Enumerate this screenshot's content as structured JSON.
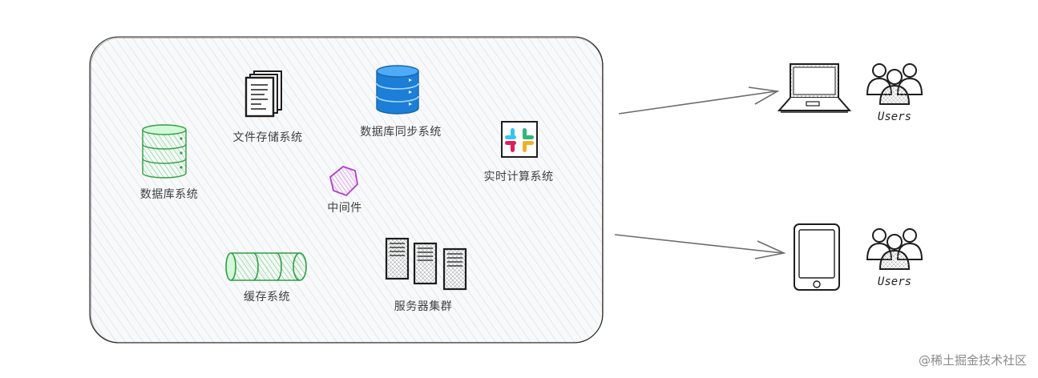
{
  "system": {
    "database": "数据库系统",
    "file_storage": "文件存储系统",
    "db_sync": "数据库同步系统",
    "realtime": "实时计算系统",
    "middleware": "中间件",
    "cache": "缓存系统",
    "server_cluster": "服务器集群"
  },
  "clients": {
    "desktop_users": "Users",
    "mobile_users": "Users"
  },
  "watermark": "@稀土掘金技术社区",
  "colors": {
    "database_green": "#2f9e44",
    "sync_blue": "#1971c2",
    "middleware_purple": "#ae3ec9",
    "stroke": "#1e1e1e"
  },
  "icons": {
    "database": "database-cylinder-icon",
    "file_storage": "document-stack-icon",
    "db_sync": "database-cylinder-icon",
    "realtime": "slack-logo-icon",
    "middleware": "hexagon-icon",
    "cache": "cache-cylinders-icon",
    "server_cluster": "server-rack-icon",
    "laptop": "laptop-icon",
    "phone": "mobile-phone-icon",
    "users": "users-group-icon"
  }
}
